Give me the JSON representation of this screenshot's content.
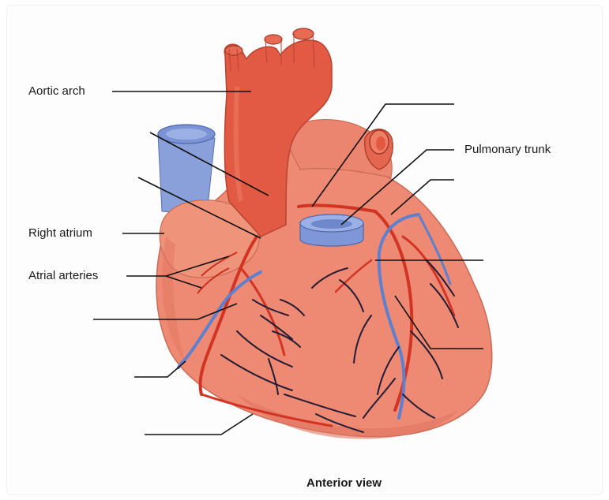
{
  "labels": {
    "aortic_arch": "Aortic arch",
    "pulmonary_trunk": "Pulmonary trunk",
    "right_atrium": "Right atrium",
    "atrial_arteries": "Atrial arteries",
    "caption": "Anterior view"
  },
  "colors": {
    "heart_body": "#ee8a73",
    "heart_shade": "#e07460",
    "aorta": "#e25a44",
    "vein_blue": "#7f97d6",
    "artery_red": "#d23424",
    "dark_vessel": "#1f1b33",
    "leader_line": "#111111"
  }
}
